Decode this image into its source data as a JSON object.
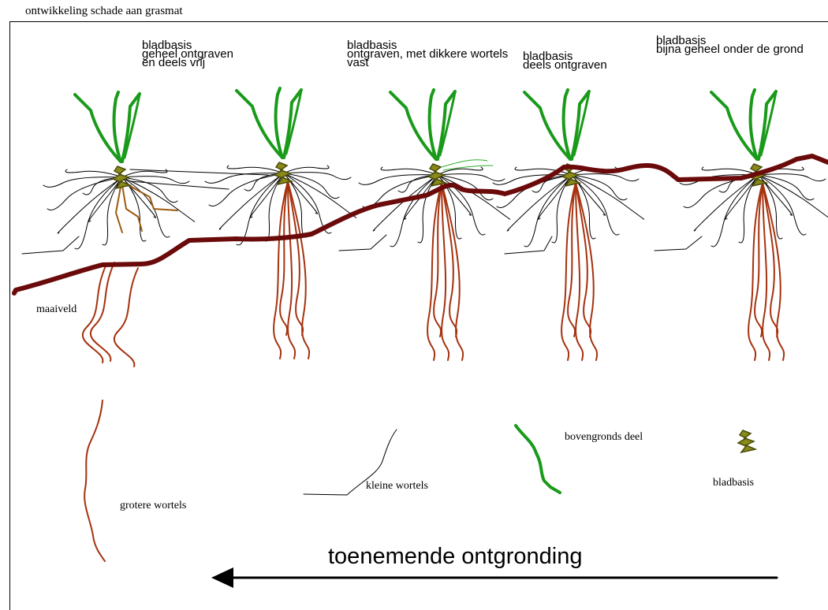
{
  "title": "ontwikkeling schade aan grasmat",
  "plant_labels": [
    [
      "bladbasis",
      "geheel ontgraven",
      "en deels vrij"
    ],
    [
      "bladbasis",
      "ontgraven, met dikkere wortels",
      "vast"
    ],
    [
      "bladbasis",
      "deels ontgraven"
    ],
    [
      "bladbasis",
      "bijna geheel onder de grond"
    ]
  ],
  "ground_label": "maaiveld",
  "legend": {
    "large_roots": "grotere wortels",
    "small_roots": "kleine wortels",
    "above_ground": "bovengronds deel",
    "leaf_base": "bladbasis"
  },
  "arrow_label": "toenemende ontgronding",
  "colors": {
    "grass": "#1a9a1a",
    "ground": "#6b0a0a",
    "roots": "#a5320f",
    "thin_roots": "#000000",
    "leaf_base": "#8a8a1a"
  }
}
